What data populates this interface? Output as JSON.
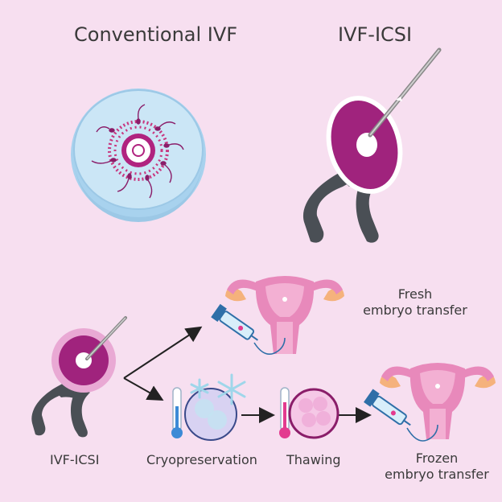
{
  "titles": {
    "conventional": "Conventional IVF",
    "icsi": "IVF-ICSI"
  },
  "steps": {
    "icsi": "IVF-ICSI",
    "cryopreservation": "Cryopreservation",
    "thawing": "Thawing",
    "fresh_line1": "Fresh",
    "fresh_line2": "embryo transfer",
    "frozen_line1": "Frozen",
    "frozen_line2": "embryo transfer"
  },
  "colors": {
    "background": "#f7dff0",
    "egg": "#a0237d",
    "egg_ring": "#e9a9d4",
    "holder": "#4a4f55",
    "dish": "#bfe0f4",
    "uterus": "#e889bb",
    "ovary": "#f5b27c",
    "snowflake": "#9fd6ea",
    "arrow": "#222222"
  }
}
